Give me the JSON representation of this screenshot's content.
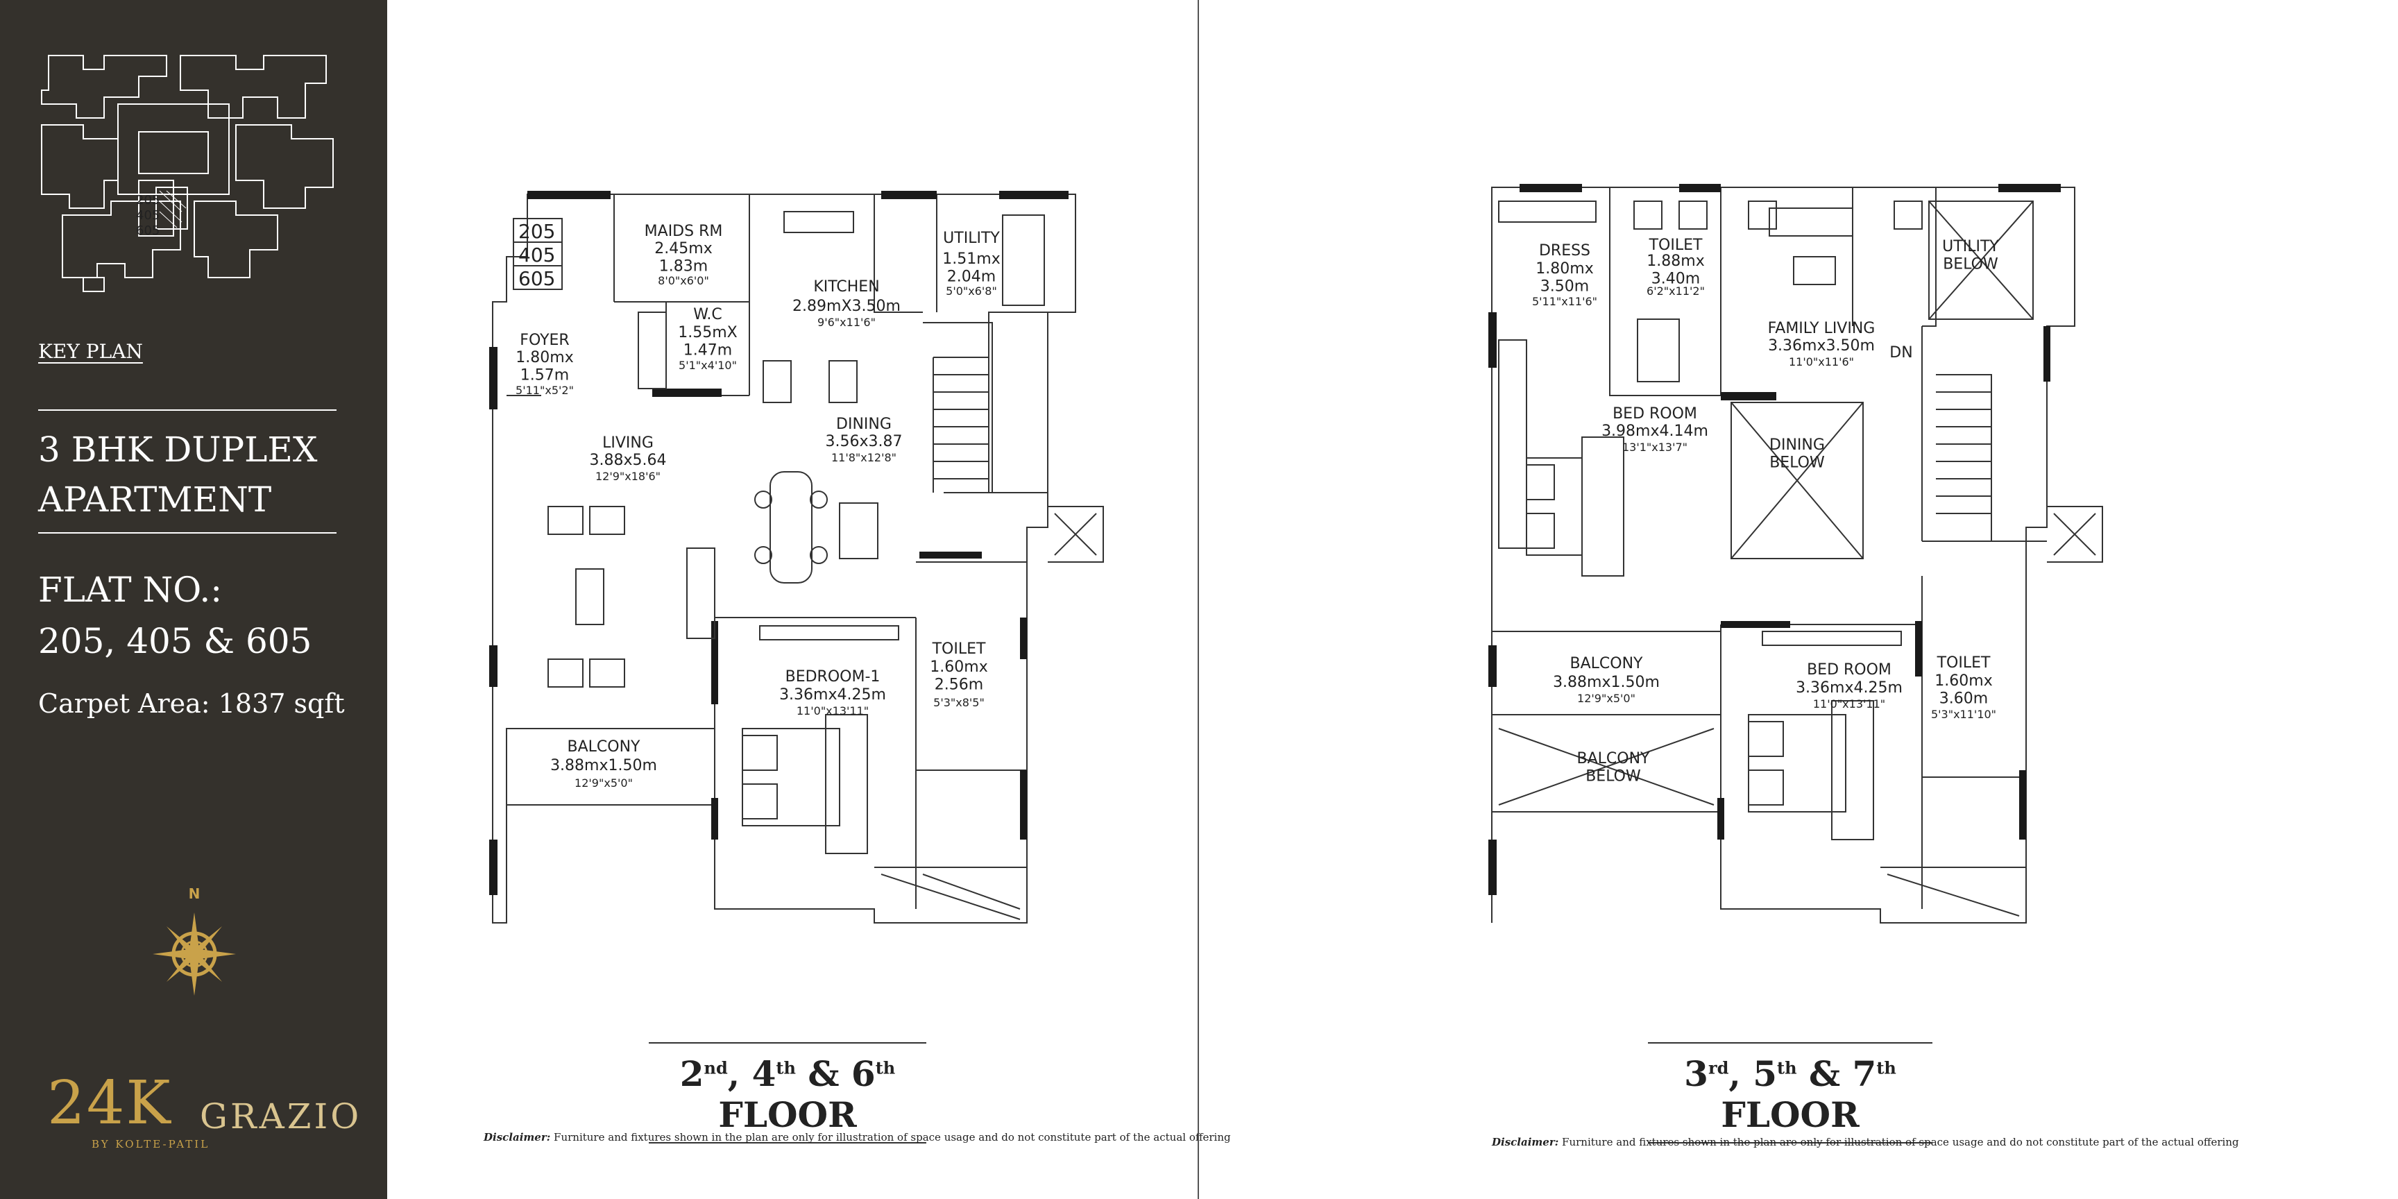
{
  "sidebar": {
    "key_plan_label": "KEY PLAN",
    "apartment_type": "3 BHK DUPLEX APARTMENT",
    "flat_label": "FLAT NO.:",
    "flat_numbers": "205, 405 & 605",
    "carpet_area": "Carpet Area: 1837 sqft",
    "keyplan_units": [
      "205",
      "405",
      "605"
    ],
    "compass_label": "N",
    "logo_main": "24K",
    "logo_sub": "GRAZIO",
    "logo_by": "BY KOLTE-PATIL"
  },
  "colors": {
    "sidebar_bg": "#34312c",
    "gold": "#c9a24a",
    "wall": "#1a1a1a",
    "line": "#333333"
  },
  "plan1": {
    "unit_tags": [
      "205",
      "405",
      "605"
    ],
    "rooms": [
      {
        "name": "MAIDS  RM",
        "dim": "2.45mx\n1.83m",
        "ft": "8'0\"x6'0\""
      },
      {
        "name": "KITCHEN",
        "dim": "2.89mX3.50m",
        "ft": "9'6\"x11'6\""
      },
      {
        "name": "UTILITY",
        "dim": "1.51mx\n2.04m",
        "ft": "5'0\"x6'8\""
      },
      {
        "name": "FOYER",
        "dim": "1.80mx\n1.57m",
        "ft": "5'11\"x5'2\""
      },
      {
        "name": "W.C",
        "dim": "1.55mX\n1.47m",
        "ft": "5'1\"x4'10\""
      },
      {
        "name": "LIVING",
        "dim": "3.88x5.64",
        "ft": "12'9\"x18'6\""
      },
      {
        "name": "DINING",
        "dim": "3.56x3.87",
        "ft": "11'8\"x12'8\""
      },
      {
        "name": "BEDROOM-1",
        "dim": "3.36mx4.25m",
        "ft": "11'0\"x13'11\""
      },
      {
        "name": "TOILET",
        "dim": "1.60mx\n2.56m",
        "ft": "5'3\"x8'5\""
      },
      {
        "name": "BALCONY",
        "dim": "3.88mx1.50m",
        "ft": "12'9\"x5'0\""
      }
    ],
    "floor_label": {
      "a": "2",
      "a_sup": "nd",
      "b": "4",
      "b_sup": "th",
      "c": "6",
      "c_sup": "th",
      "suffix": "FLOOR"
    }
  },
  "plan2": {
    "rooms": [
      {
        "name": "DRESS",
        "dim": "1.80mx\n3.50m",
        "ft": "5'11\"x11'6\""
      },
      {
        "name": "TOILET",
        "dim": "1.88mx\n3.40m",
        "ft": "6'2\"x11'2\""
      },
      {
        "name": "UTILITY\nBELOW",
        "dim": "",
        "ft": ""
      },
      {
        "name": "FAMILY  LIVING",
        "dim": "3.36mx3.50m",
        "ft": "11'0\"x11'6\""
      },
      {
        "name": "BED  ROOM",
        "dim": "3.98mx4.14m",
        "ft": "13'1\"x13'7\""
      },
      {
        "name": "DINING\nBELOW",
        "dim": "",
        "ft": ""
      },
      {
        "name": "BALCONY",
        "dim": "3.88mx1.50m",
        "ft": "12'9\"x5'0\""
      },
      {
        "name": "BALCONY\nBELOW",
        "dim": "",
        "ft": ""
      },
      {
        "name": "BED  ROOM",
        "dim": "3.36mx4.25m",
        "ft": "11'0\"x13'11\""
      },
      {
        "name": "TOILET",
        "dim": "1.60mx\n3.60m",
        "ft": "5'3\"x11'10\""
      }
    ],
    "stair_label": "DN",
    "floor_label": {
      "a": "3",
      "a_sup": "rd",
      "b": "5",
      "b_sup": "th",
      "c": "7",
      "c_sup": "th",
      "suffix": "FLOOR"
    }
  },
  "disclaimer": {
    "label": "Disclaimer:",
    "text": "Furniture and fixtures shown in the plan are only for illustration of space usage and do not constitute part of the actual offering"
  }
}
